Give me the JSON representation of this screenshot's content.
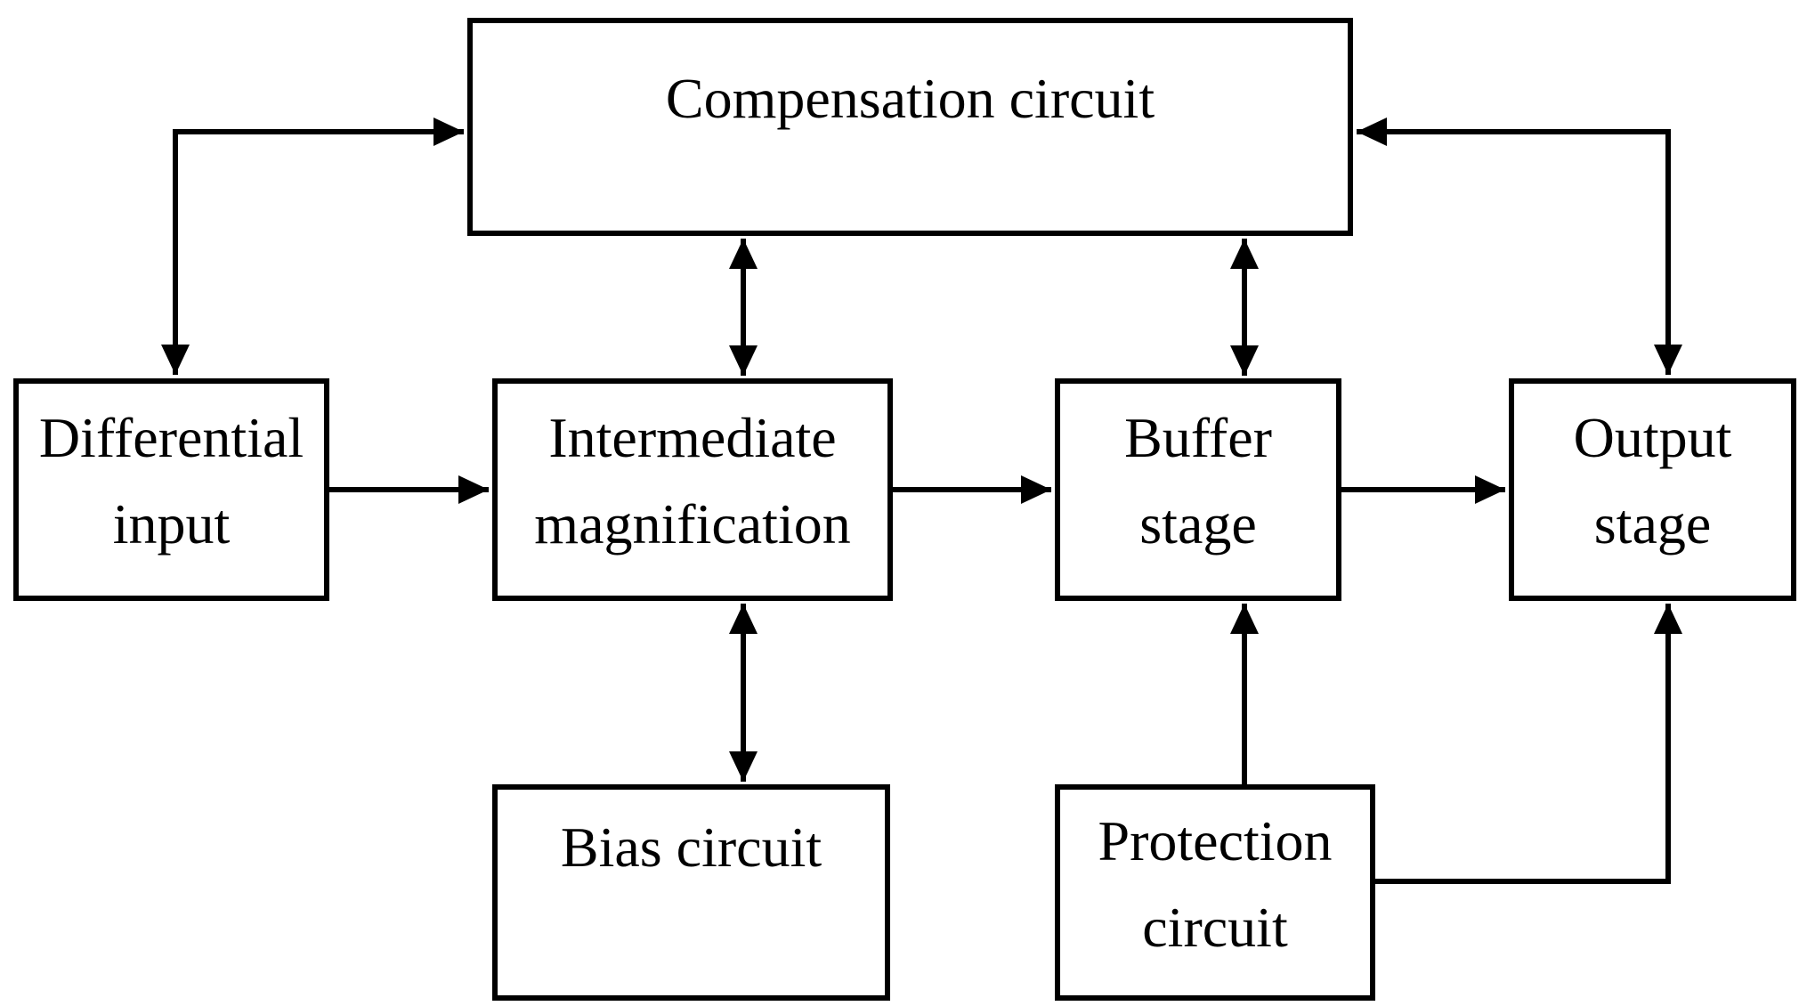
{
  "diagram": {
    "type": "block-diagram",
    "background_color": "#ffffff",
    "line_color": "#000000"
  },
  "boxes": {
    "compensation": {
      "label": "Compensation circuit"
    },
    "differential": {
      "line1": "Differential",
      "line2": "input"
    },
    "intermediate": {
      "line1": "Intermediate",
      "line2": "magnification"
    },
    "buffer": {
      "line1": "Buffer",
      "line2": "stage"
    },
    "output": {
      "line1": "Output",
      "line2": "stage"
    },
    "bias": {
      "label": "Bias circuit"
    },
    "protection": {
      "line1": "Protection",
      "line2": "circuit"
    }
  },
  "connections": [
    {
      "from": "differential-input",
      "to": "compensation-circuit",
      "bidirectional": true,
      "shape": "L"
    },
    {
      "from": "compensation-circuit",
      "to": "intermediate-magnification",
      "bidirectional": true,
      "shape": "straight"
    },
    {
      "from": "compensation-circuit",
      "to": "buffer-stage",
      "bidirectional": true,
      "shape": "straight"
    },
    {
      "from": "output-stage",
      "to": "compensation-circuit",
      "bidirectional": true,
      "shape": "L"
    },
    {
      "from": "differential-input",
      "to": "intermediate-magnification",
      "bidirectional": false,
      "shape": "straight"
    },
    {
      "from": "intermediate-magnification",
      "to": "buffer-stage",
      "bidirectional": false,
      "shape": "straight"
    },
    {
      "from": "buffer-stage",
      "to": "output-stage",
      "bidirectional": false,
      "shape": "straight"
    },
    {
      "from": "intermediate-magnification",
      "to": "bias-circuit",
      "bidirectional": true,
      "shape": "straight"
    },
    {
      "from": "protection-circuit",
      "to": "buffer-stage",
      "bidirectional": false,
      "shape": "straight"
    },
    {
      "from": "protection-circuit",
      "to": "output-stage",
      "bidirectional": false,
      "shape": "L"
    }
  ]
}
